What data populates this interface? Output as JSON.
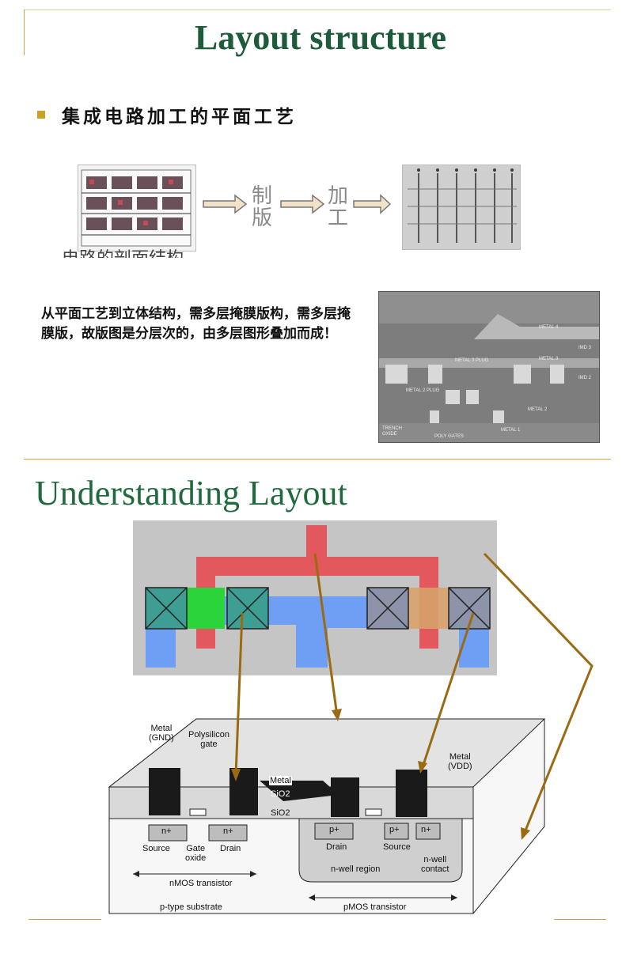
{
  "slide1": {
    "title": "Layout structure",
    "bullet": "集成电路加工的平面工艺",
    "steps": [
      "制版",
      "加工"
    ],
    "partial_caption": "电路的剖面结构",
    "paragraph": "从平面工艺到立体结构，需多层掩膜版构，需多层掩膜版，故版图是分层次的，由多层图形叠加而成！",
    "micrograph_labels": {
      "metal4": "METAL 4",
      "metal3": "METAL 3",
      "imd3": "IMD 3",
      "imd2": "IMD 2",
      "metal3plug": "METAL 3 PLUG",
      "metal2plug": "METAL 2 PLUG",
      "metal2": "METAL 2",
      "metal1": "METAL 1",
      "polygates": "POLY GATES",
      "trench": "TRENCH OXIDE"
    }
  },
  "slide2": {
    "title": "Understanding Layout",
    "cross_section": {
      "metal_gnd": "Metal\n(GND)",
      "poly_gate": "Polysilicon\ngate",
      "metal": "Metal",
      "sio2_top": "SiO2",
      "sio2_bottom": "SiO2",
      "metal_vdd": "Metal\n(VDD)",
      "nplus1": "n+",
      "nplus2": "n+",
      "pplus1": "p+",
      "pplus2": "p+",
      "nplus3": "n+",
      "source1": "Source",
      "gate_oxide": "Gate\noxide",
      "drain1": "Drain",
      "drain2": "Drain",
      "source2": "Source",
      "nwell_contact": "n-well\ncontact",
      "nwell_region": "n-well region",
      "nmos": "nMOS transistor",
      "pmos": "pMOS transistor",
      "substrate": "p-type substrate"
    }
  },
  "colors": {
    "title_green": "#1d5b3a",
    "rule_gold": "#c8a640",
    "metal_red": "#e2585c",
    "poly_blue": "#6f9ef5",
    "diff_green": "#2bd43b",
    "contact_teal": "#3f9e93",
    "contact_gray": "#8d93a8",
    "ptie_orange": "#d8a26a",
    "arrow_brown": "#9a6b12"
  }
}
